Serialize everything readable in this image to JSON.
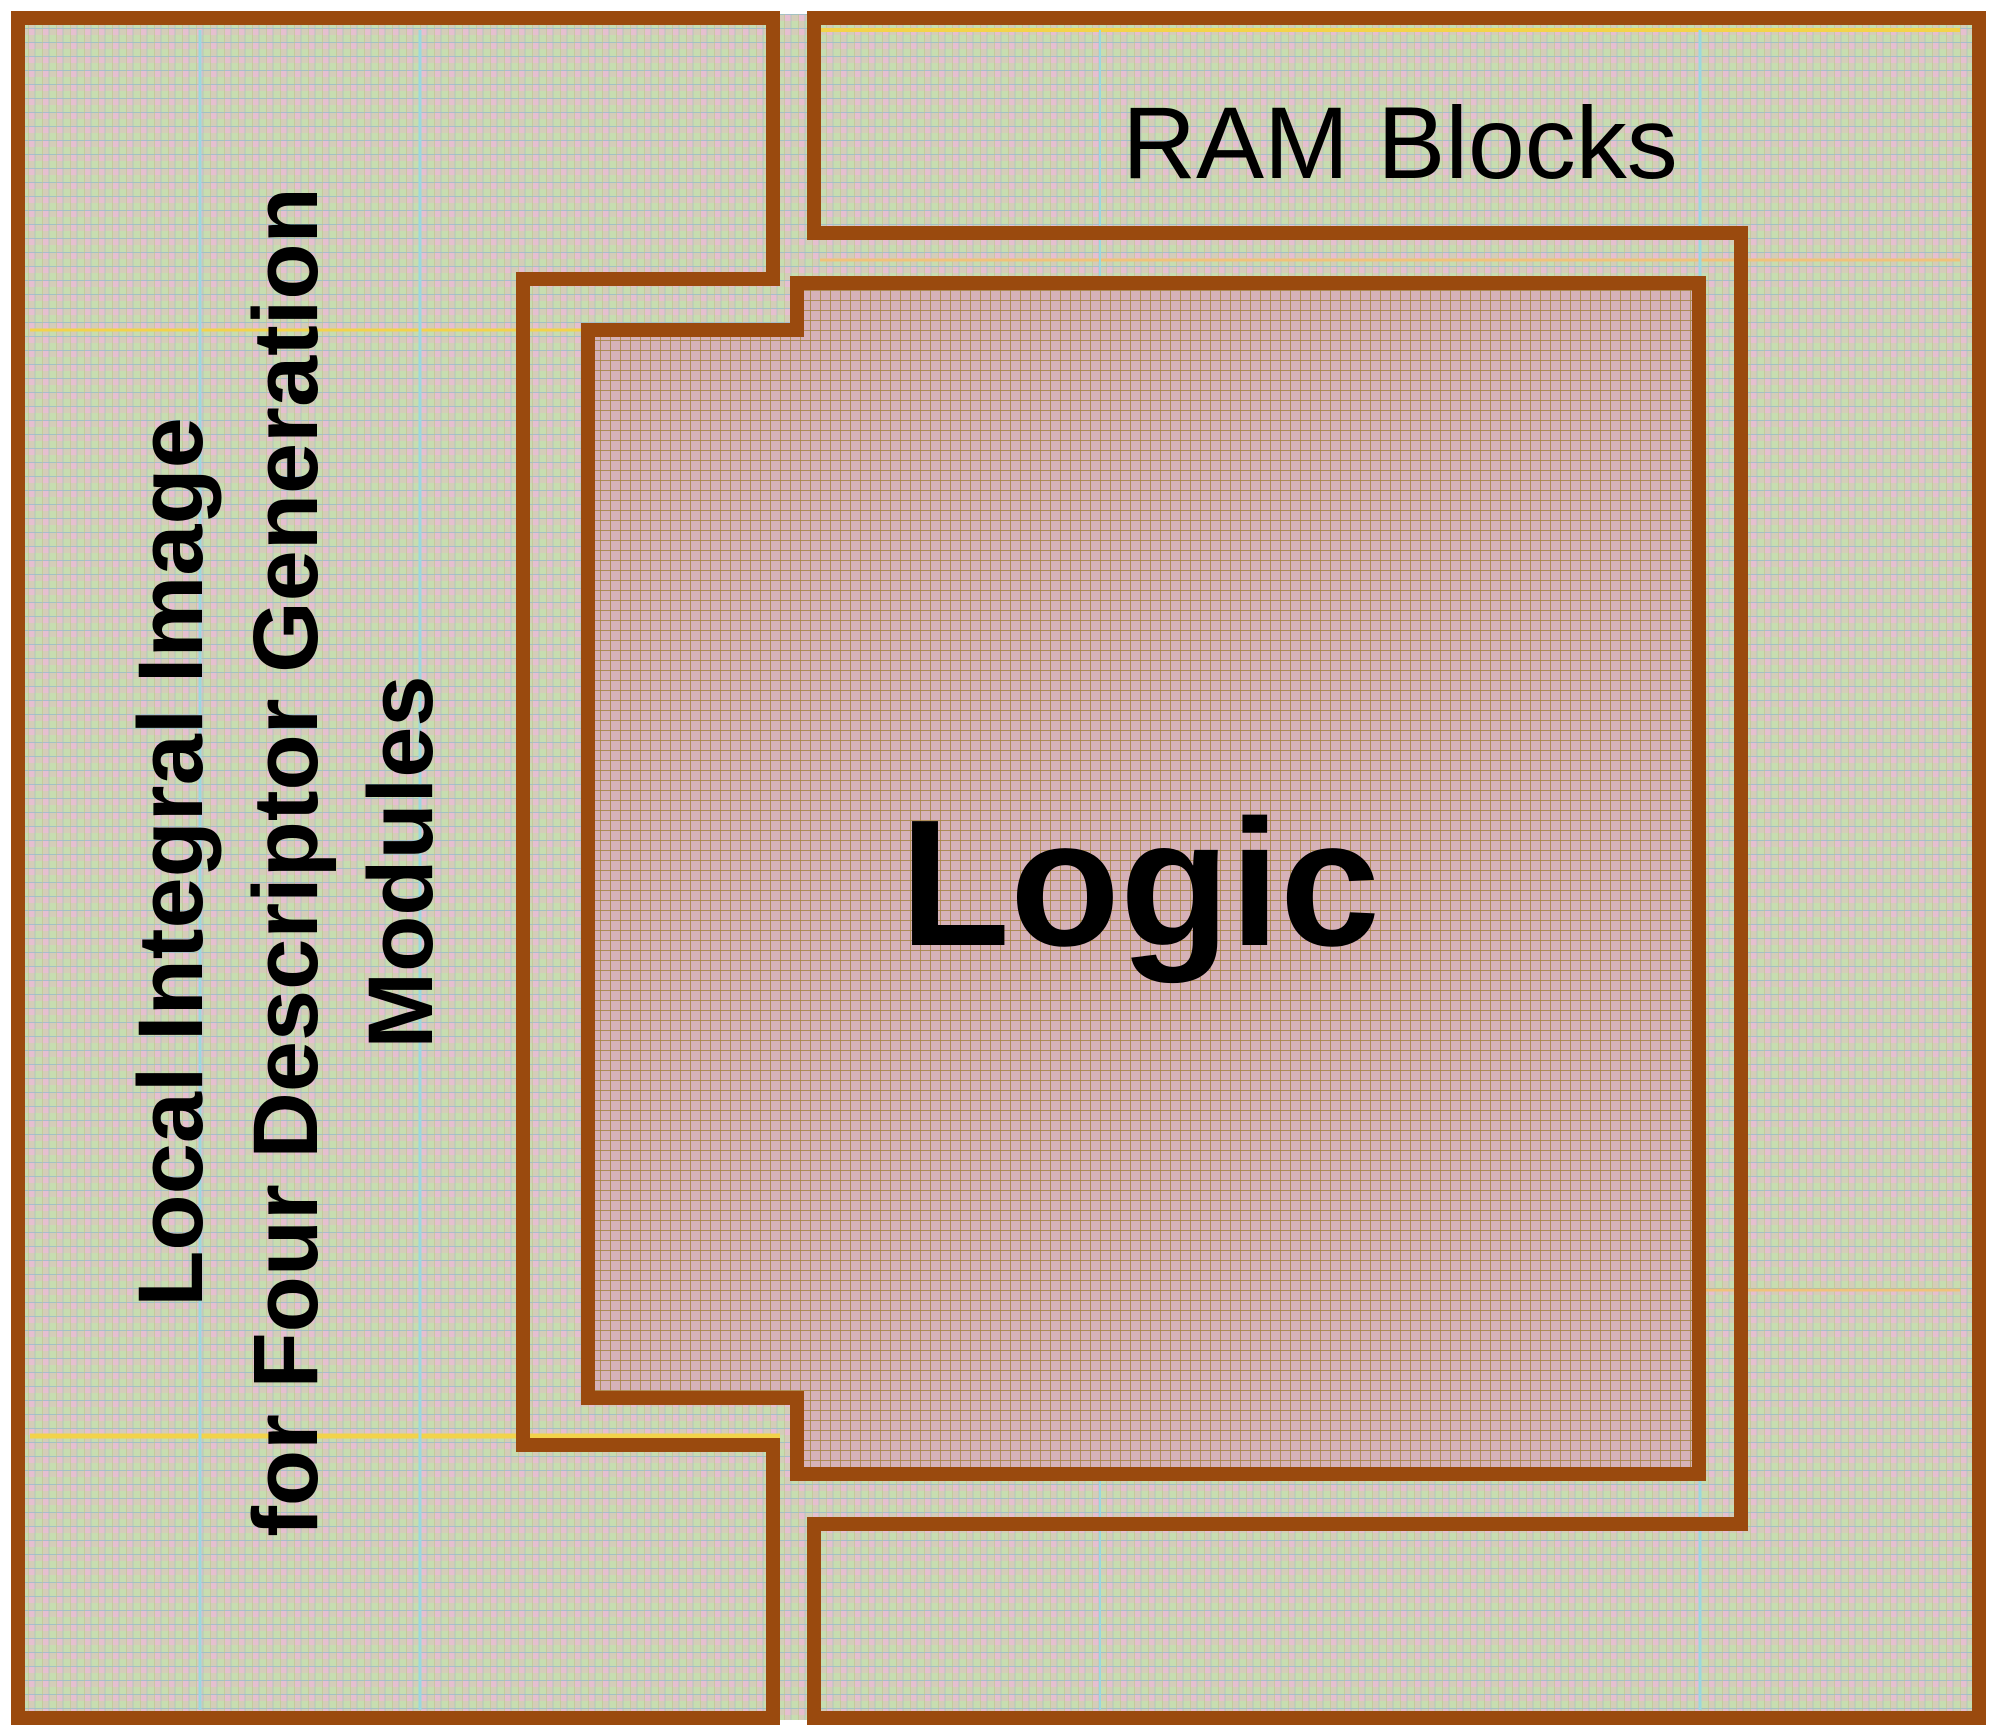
{
  "colors": {
    "outline": "#9a4a0e",
    "die_background": "#c9c8b2",
    "grid_light": "#e3b8cc",
    "grid_cyan": "#6fd9e6",
    "grid_green": "#b8e07a",
    "grid_yellow": "#f2d34a",
    "logic_fill": "#cfa7a0",
    "logic_grid": "#b08a3c",
    "text": "#000000"
  },
  "labels": {
    "ram_blocks": "RAM Blocks",
    "logic": "Logic",
    "local_integral_line1": "Local Integral Image",
    "local_integral_line2": "for Four Descriptor Generation",
    "local_integral_line3": "Modules"
  }
}
